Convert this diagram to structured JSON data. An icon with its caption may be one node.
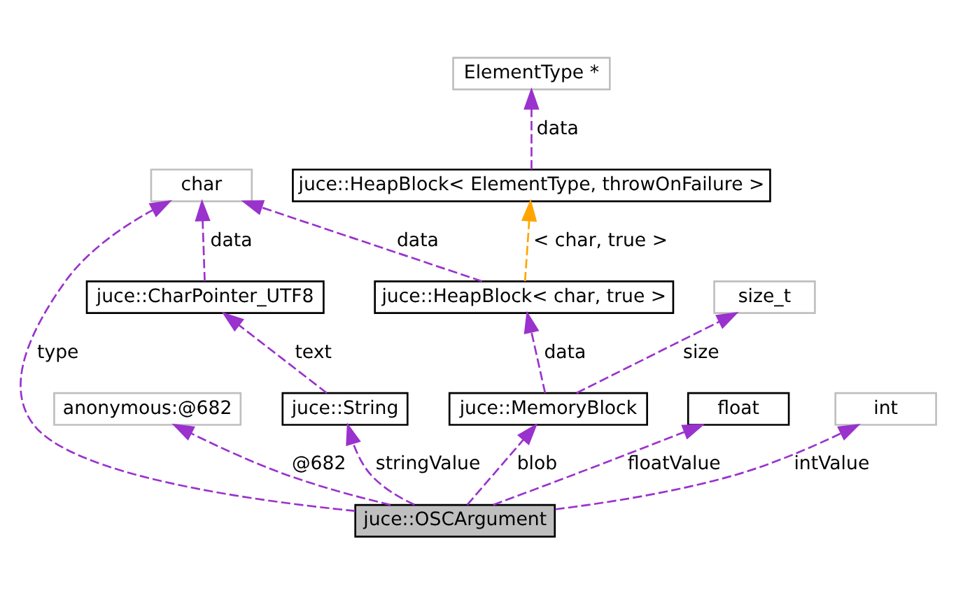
{
  "diagram": {
    "nodes": [
      {
        "text": [
          "ElementType *"
        ]
      },
      {
        "text": [
          "juce::HeapBlock< ElementType, throwOnFailure >"
        ]
      },
      {
        "text": [
          "char"
        ]
      },
      {
        "text": [
          "juce::CharPointer_UTF8"
        ]
      },
      {
        "text": [
          "juce::HeapBlock< char, true >"
        ]
      },
      {
        "text": [
          "size_t"
        ]
      },
      {
        "text": [
          "anonymous:@682"
        ]
      },
      {
        "text": [
          "juce::String"
        ]
      },
      {
        "text": [
          "juce::MemoryBlock"
        ]
      },
      {
        "text": [
          "float"
        ]
      },
      {
        "text": [
          "int"
        ]
      },
      {
        "text": [
          "juce::OSCArgument"
        ]
      }
    ],
    "edges": [
      {
        "from": 1,
        "to": 0,
        "arrow": "to",
        "label": "data",
        "style": "dashed"
      },
      {
        "from": 4,
        "to": 1,
        "arrow": "to",
        "label": "< char, true >",
        "style": "dashed",
        "color": "#ffa500"
      },
      {
        "from": 4,
        "to": 2,
        "arrow": "to",
        "label": "data",
        "style": "dashed"
      },
      {
        "from": 3,
        "to": 2,
        "arrow": "to",
        "label": "data",
        "style": "dashed"
      },
      {
        "from": 11,
        "to": 2,
        "arrow": "to",
        "label": "type",
        "style": "dashed"
      },
      {
        "from": 7,
        "to": 3,
        "arrow": "to",
        "label": "text",
        "style": "dashed"
      },
      {
        "from": 8,
        "to": 4,
        "arrow": "to",
        "label": "data",
        "style": "dashed"
      },
      {
        "from": 8,
        "to": 5,
        "arrow": "to",
        "label": "size",
        "style": "dashed"
      },
      {
        "from": 11,
        "to": 6,
        "arrow": "to",
        "label": "@682",
        "style": "dashed"
      },
      {
        "from": 11,
        "to": 7,
        "arrow": "to",
        "label": "stringValue",
        "style": "dashed"
      },
      {
        "from": 11,
        "to": 8,
        "arrow": "to",
        "label": "blob",
        "style": "dashed"
      },
      {
        "from": 11,
        "to": 9,
        "arrow": "to",
        "label": "floatValue",
        "style": "dashed"
      },
      {
        "from": 11,
        "to": 10,
        "arrow": "to",
        "label": "intValue",
        "style": "dashed"
      }
    ]
  }
}
